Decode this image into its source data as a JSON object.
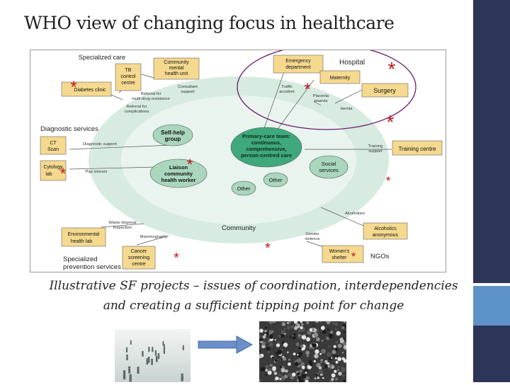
{
  "slide": {
    "title": "WHO view of changing focus in healthcare",
    "caption_line1": "Illustrative SF projects – issues of coordination, interdependencies",
    "caption_line2": "and creating a sufficient tipping point for change"
  },
  "diagram": {
    "sections": {
      "specialized_care": "Specialized care",
      "hospital": "Hospital",
      "diagnostic_services": "Diagnostic services",
      "community": "Community",
      "specialized_prevention_1": "Specialized",
      "specialized_prevention_2": "prevention services",
      "ngos": "NGOs"
    },
    "boxes": {
      "tb_1": "TB",
      "tb_2": "control",
      "tb_3": "centre",
      "cmhu_1": "Community",
      "cmhu_2": "mental",
      "cmhu_3": "health unit",
      "emergency_1": "Emergency",
      "emergency_2": "department",
      "maternity": "Maternity",
      "surgery": "Surgery",
      "diabetes": "Diabetes clinic",
      "ct_1": "CT",
      "ct_2": "Scan",
      "cytology_1": "Cytology",
      "cytology_2": "lab",
      "training": "Training centre",
      "env_1": "Environmental",
      "env_2": "health lab",
      "alcoholics_1": "Alcoholics",
      "alcoholics_2": "anonymous",
      "cancer_1": "Cancer",
      "cancer_2": "screening",
      "cancer_3": "centre",
      "womens_1": "Women's",
      "womens_2": "shelter"
    },
    "ellipses": {
      "selfhelp_1": "Self-help",
      "selfhelp_2": "group",
      "primary_1": "Primary-care team:",
      "primary_2": "continuous,",
      "primary_3": "comprehensive,",
      "primary_4": "person-centred care",
      "liaison_1": "Liaison",
      "liaison_2": "community",
      "liaison_3": "health worker",
      "social_1": "Social",
      "social_2": "services",
      "other_1": "Other",
      "other_2": "Other"
    },
    "links": {
      "consultant_1": "Consultant",
      "consultant_2": "support",
      "referral_mdr_1": "Referral for",
      "referral_mdr_2": "multi-drug resistance",
      "referral_comp_1": "Referral for",
      "referral_comp_2": "complications",
      "traffic_1": "Traffic",
      "traffic_2": "accident",
      "placenta_1": "Placenta",
      "placenta_2": "praevia",
      "hernia": "Hernia",
      "diagnostic_support": "Diagnostic support",
      "training_support_1": "Training",
      "training_support_2": "support",
      "pap_smears": "Pap smears",
      "alcoholism": "Alcoholism",
      "waste_1": "Waste disposal",
      "waste_2": "inspection",
      "mammography": "Mammography",
      "gender_1": "Gender",
      "gender_2": "violence"
    },
    "asterisk": "*",
    "colors": {
      "box_fill": "#f5d98f",
      "ellipse_fill": "#a9d6bd",
      "primary_fill": "#3fa87c",
      "outer_ring": "#d7ebe0",
      "hospital_ring": "#6b1a6b",
      "asterisk": "#c0171d"
    }
  },
  "photos": {
    "left": "sparse-crowd-photo",
    "right": "dense-crowd-photo"
  }
}
